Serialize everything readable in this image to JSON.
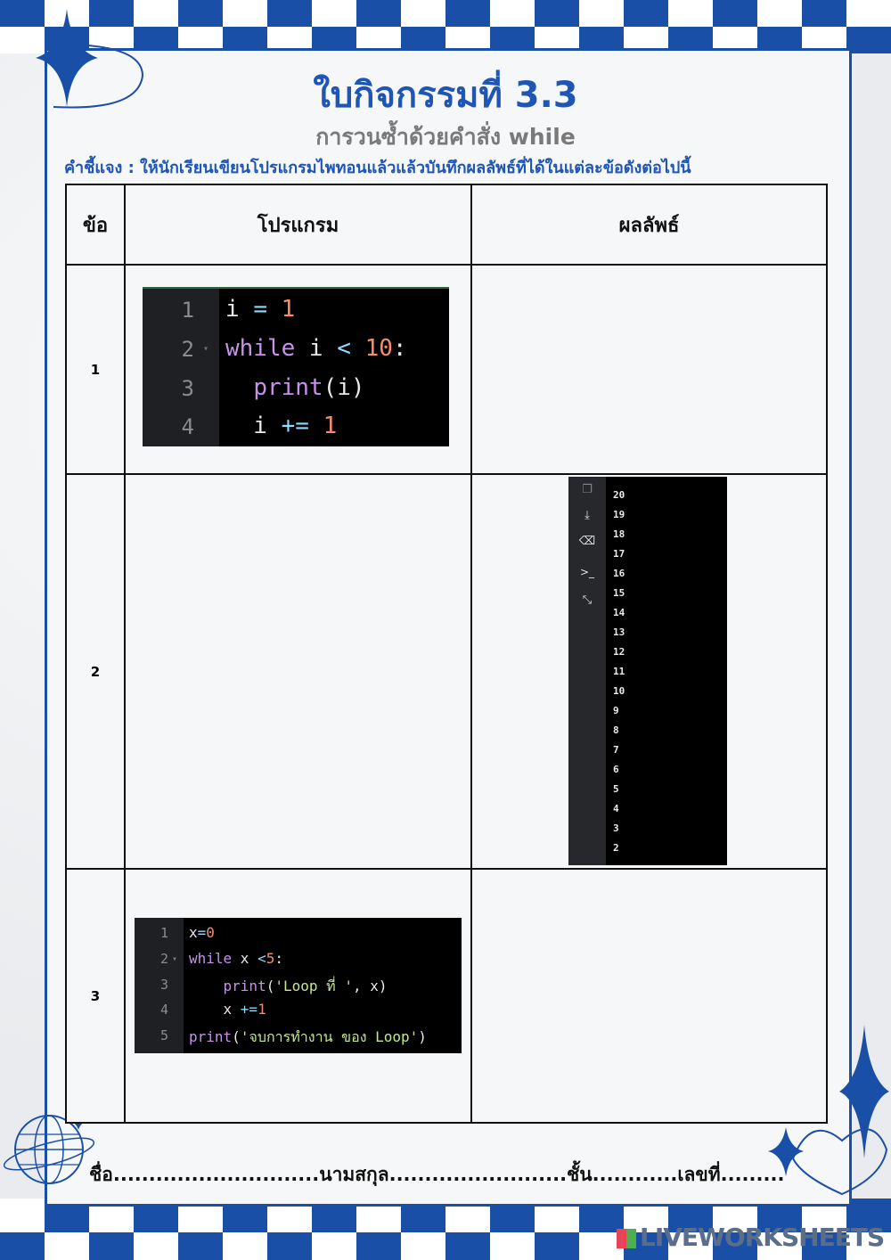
{
  "header": {
    "title": "ใบกิจกรรมที่ 3.3",
    "subtitle": "การวนซ้ำด้วยคำสั่ง while",
    "instruction": "คำชี้แจง : ให้นักเรียนเขียนโปรแกรมไพทอนแล้วแล้วบันทึกผลลัพธ์ที่ได้ในแต่ละข้อดังต่อไปนี้"
  },
  "table": {
    "headers": [
      "ข้อ",
      "โปรแกรม",
      "ผลลัพธ์"
    ],
    "rows": [
      {
        "num": "1"
      },
      {
        "num": "2"
      },
      {
        "num": "3"
      }
    ]
  },
  "code1": {
    "line_numbers": [
      "1",
      "2",
      "3",
      "4"
    ],
    "lines": [
      "i = 1",
      "while i < 10:",
      "  print(i)",
      "  i += 1"
    ]
  },
  "output2": {
    "values": [
      "20",
      "19",
      "18",
      "17",
      "16",
      "15",
      "14",
      "13",
      "12",
      "11",
      "10",
      "9",
      "8",
      "7",
      "6",
      "5",
      "4",
      "3",
      "2"
    ],
    "toolbar_icons": [
      "copy-icon",
      "download-icon",
      "eraser-icon",
      "terminal-icon",
      "collapse-icon"
    ]
  },
  "code3": {
    "line_numbers": [
      "1",
      "2",
      "3",
      "4",
      "5"
    ],
    "lines": [
      "x=0",
      "while x <5:",
      "    print('Loop ที่ ', x)",
      "    x +=1",
      "print('จบการทำงาน ของ Loop')"
    ]
  },
  "footer": {
    "text": "ชื่อ.............................นามสกุล.........................ชั้น............เลขที่........."
  },
  "brand": {
    "logo_text": "LIVEWORKSHEETS"
  },
  "colors": {
    "accent": "#1f56b5",
    "subtitle": "#7a7a7a"
  }
}
